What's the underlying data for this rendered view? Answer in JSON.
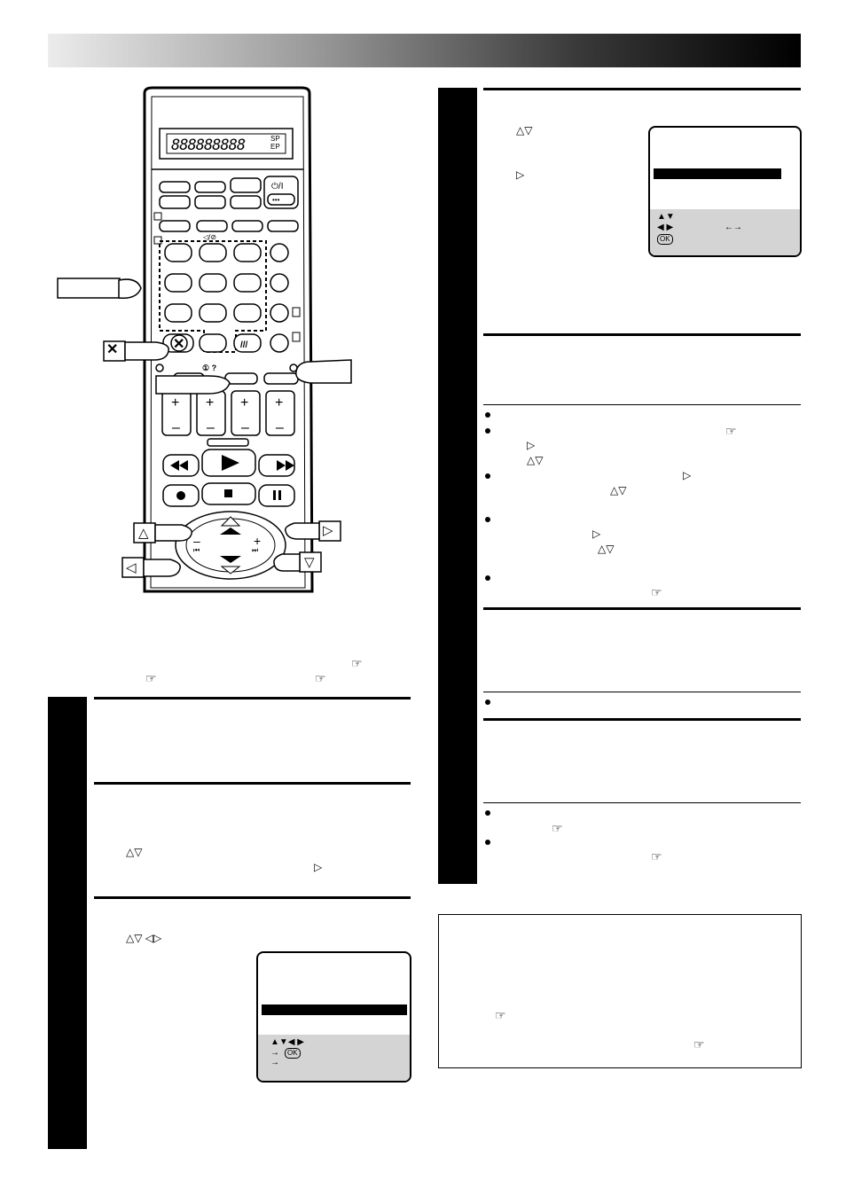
{
  "header": {
    "title": ""
  },
  "remote": {
    "display_segments": "888888888",
    "display_speed_top": "SP",
    "display_speed_bottom": "EP",
    "power_label": "⏻/I",
    "dots_label": "•••",
    "icons": [
      "power-icon",
      "cancel-x-icon",
      "play-icon",
      "stop-icon",
      "pause-icon",
      "record-icon",
      "rewind-icon",
      "fast-forward-icon",
      "up-arrow-icon",
      "down-arrow-icon",
      "left-arrow-icon",
      "right-arrow-icon",
      "clock-icon"
    ],
    "help_label": "① ?",
    "audio_label": "◁/⊘",
    "plus_label": "+",
    "minus_label": "–",
    "skip_back": "⏮",
    "skip_fwd": "⏭"
  },
  "callouts": {
    "cancel_symbol": "✕",
    "up_symbol": "△",
    "right_symbol": "▷",
    "left_symbol": "◁",
    "down_symbol": "▽"
  },
  "references": {
    "ref1": "☞",
    "ref2": "☞",
    "ref3": "☞"
  },
  "left_steps": {
    "updown": "△▽",
    "right": "▷",
    "arrows4": "△▽  ◁▷"
  },
  "osd_left": {
    "nav_row": "▲▼◀ ▶",
    "ok_row_arrow": "→",
    "ok_label": "OK",
    "exit_row_arrow": "→"
  },
  "osd_right": {
    "nav_row1": "▲▼",
    "nav_row2": "◀ ▶",
    "swap_arrow": "←→",
    "ok_label": "OK"
  },
  "right_steps": {
    "updown": "△▽",
    "right": "▷",
    "ref": "☞"
  }
}
